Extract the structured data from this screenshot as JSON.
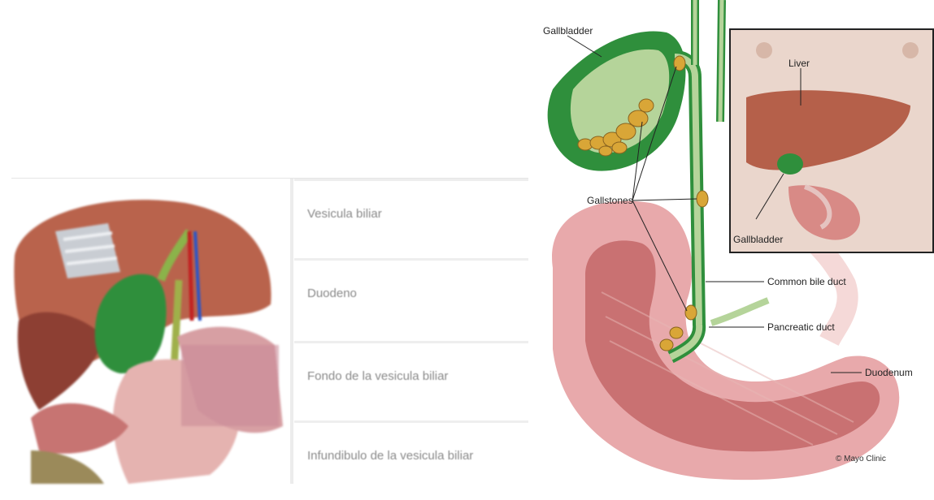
{
  "quiz": {
    "answers": [
      {
        "label": "Vesicula biliar"
      },
      {
        "label": "Duodeno"
      },
      {
        "label": "Fondo de la vesicula biliar"
      },
      {
        "label": "Infundibulo de la vesicula biliar"
      }
    ]
  },
  "illustration": {
    "labels": {
      "gallbladder": "Gallbladder",
      "gallstones": "Gallstones",
      "common_bile_duct": "Common bile duct",
      "pancreatic_duct": "Pancreatic duct",
      "duodenum": "Duodenum",
      "inset_liver": "Liver",
      "inset_gallbladder": "Gallbladder"
    },
    "credit": "© Mayo Clinic"
  },
  "colors": {
    "gallbladder_green": "#2f8f3c",
    "stone_gold": "#d9a637",
    "duodenum_pink": "#e7a3a5",
    "liver_brown": "#b5604a"
  }
}
